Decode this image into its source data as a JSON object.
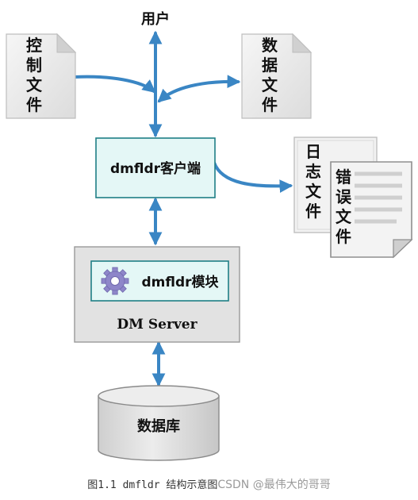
{
  "nodes": {
    "user": "用户",
    "control_file": [
      "控",
      "制",
      "文",
      "件"
    ],
    "data_file": [
      "数",
      "据",
      "文",
      "件"
    ],
    "client": "dmfldr客户端",
    "log_file": [
      "日",
      "志",
      "文",
      "件"
    ],
    "error_file": [
      "错",
      "误",
      "文",
      "件"
    ],
    "module": "dmfldr模块",
    "server": "DM Server",
    "database": "数据库"
  },
  "icons": {
    "module": "gear-icon"
  },
  "colors": {
    "arrow": "#3a86c4",
    "client_fill": "#e4f7f6",
    "client_border": "#1f7f86",
    "server_fill": "#e2e2e2",
    "doc_fill": "#ededed"
  },
  "caption": {
    "text": "图1.1 dmfldr 结构示意图",
    "watermark": "CSDN @最伟大的哥哥"
  }
}
